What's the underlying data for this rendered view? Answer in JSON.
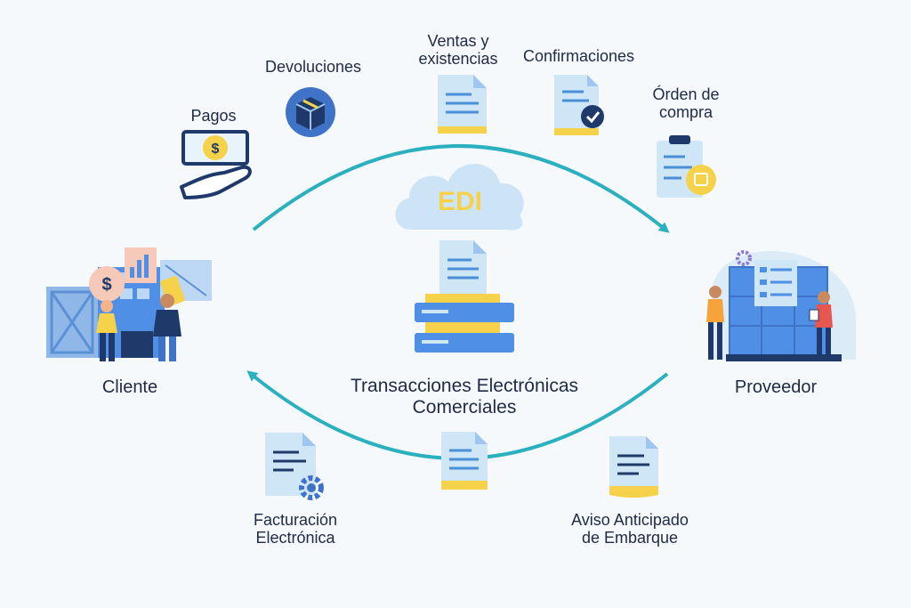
{
  "title": "Transacciones Electrónicas Comerciales",
  "center": {
    "cloud_label": "EDI",
    "caption_line1": "Transacciones Electrónicas",
    "caption_line2": "Comerciales"
  },
  "nodes": {
    "client": "Cliente",
    "supplier": "Proveedor",
    "payments": "Pagos",
    "returns": "Devoluciones",
    "sales_line1": "Ventas y",
    "sales_line2": "existencias",
    "confirmations": "Confirmaciones",
    "po_line1": "Órden de",
    "po_line2": "compra",
    "invoice_line1": "Facturación",
    "invoice_line2": "Electrónica",
    "asn_line1": "Aviso Anticipado",
    "asn_line2": "de Embarque"
  },
  "colors": {
    "background": "#f6f9fc",
    "arrow": "#2bb0c0",
    "doc_blue": "#cfe6f7",
    "doc_line": "#4a90d9",
    "accent_yellow": "#f5d24a",
    "server_blue": "#4f8fe6",
    "navy": "#1f3a6a",
    "cloud": "#cde4f7"
  },
  "icons": [
    "money-hand-icon",
    "package-box-icon",
    "document-icon",
    "document-check-icon",
    "clipboard-order-icon",
    "cloud-icon",
    "server-stack-icon",
    "document-gear-icon",
    "document-ship-icon",
    "client-office-illustration",
    "supplier-warehouse-illustration"
  ]
}
